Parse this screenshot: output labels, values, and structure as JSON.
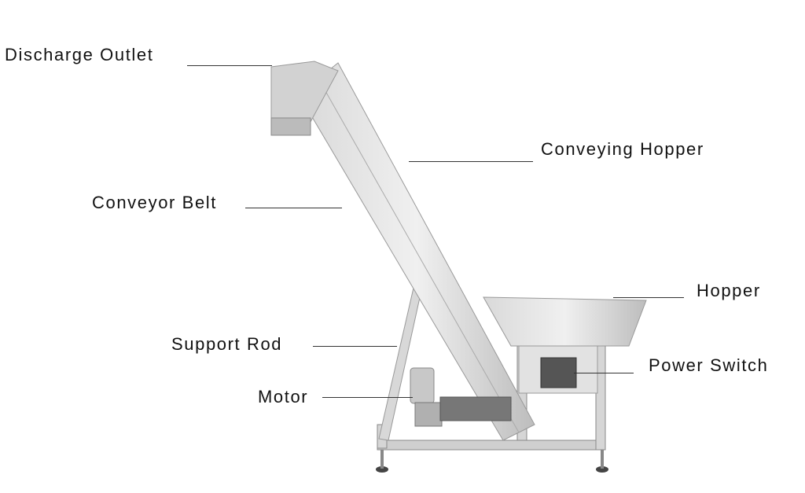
{
  "labels": {
    "discharge_outlet": "Discharge Outlet",
    "conveying_hopper": "Conveying Hopper",
    "conveyor_belt": "Conveyor Belt",
    "hopper": "Hopper",
    "support_rod": "Support Rod",
    "power_switch": "Power Switch",
    "motor": "Motor"
  },
  "colors": {
    "steel_light": "#e4e4e4",
    "steel_mid": "#c8c8c8",
    "steel_dark": "#8e8e8e",
    "text": "#111111"
  }
}
